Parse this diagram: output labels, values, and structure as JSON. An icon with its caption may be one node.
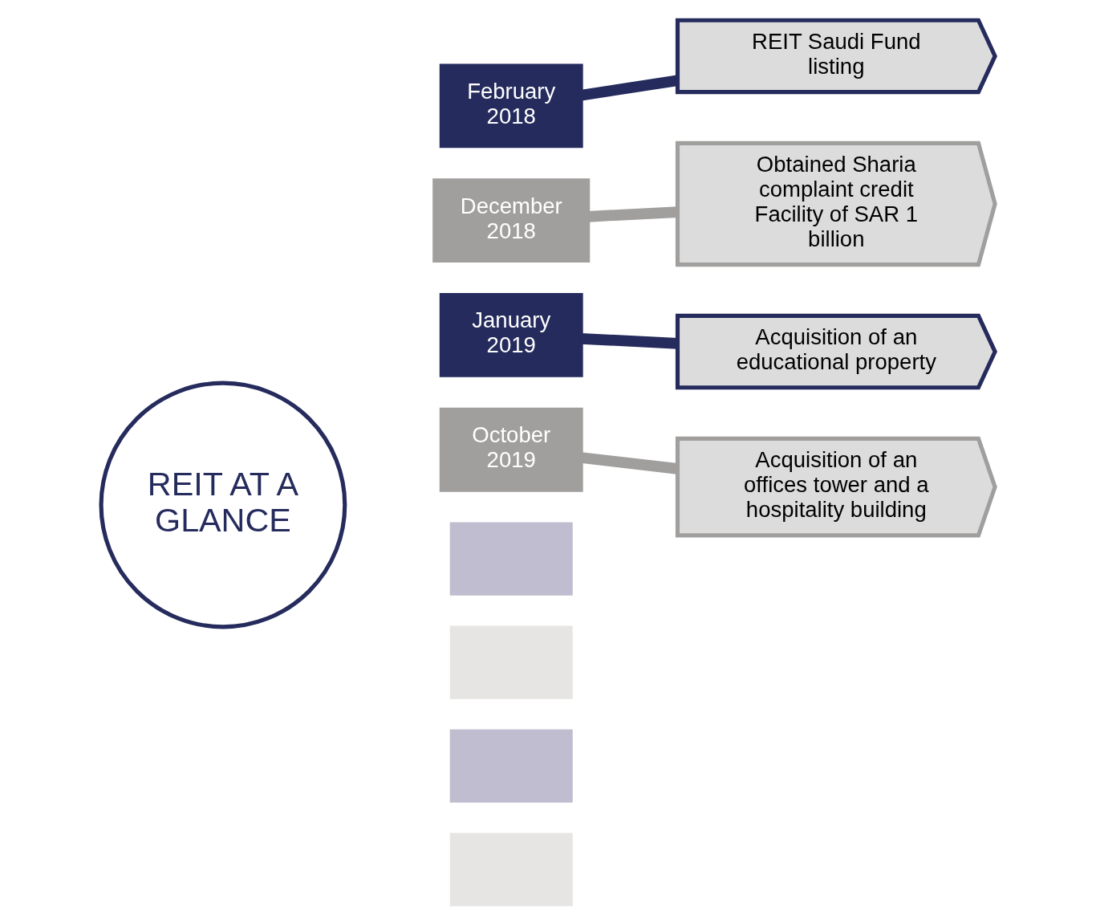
{
  "diagram": {
    "nodes": [
      {
        "text": [
          "REIT AT A GLANCE"
        ]
      },
      {
        "text": [
          "February 2018"
        ]
      },
      {
        "text": [
          "December 2018"
        ]
      },
      {
        "text": [
          "January 2019"
        ]
      },
      {
        "text": [
          "October 2019"
        ]
      },
      {
        "text": [
          "REIT Saudi Fund listing"
        ]
      },
      {
        "text": [
          "Obtained Sharia complaint credit Facility of SAR 1 billion"
        ]
      },
      {
        "text": [
          "Acquisition of an educational property"
        ]
      },
      {
        "text": [
          "Acquisition of an offices tower and a hospitality building"
        ]
      },
      {
        "text": [],
        "shape": "box"
      },
      {
        "text": [],
        "shape": "box"
      },
      {
        "text": [],
        "shape": "box"
      },
      {
        "text": [],
        "shape": "box"
      }
    ],
    "edges": [
      {
        "from": 1,
        "to": 5,
        "arrow": "none",
        "color": "#252b5c"
      },
      {
        "from": 2,
        "to": 6,
        "arrow": "none",
        "color": "#a09f9d"
      },
      {
        "from": 3,
        "to": 7,
        "arrow": "none",
        "color": "#252b5c"
      },
      {
        "from": 4,
        "to": 8,
        "arrow": "none",
        "color": "#a09f9d"
      }
    ]
  }
}
